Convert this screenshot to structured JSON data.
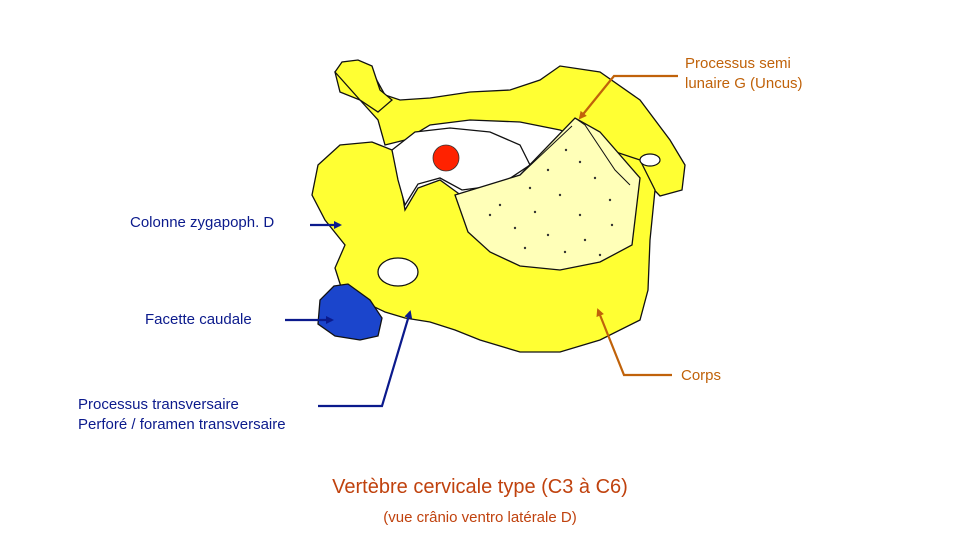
{
  "labels": {
    "processus_semi_line1": "Processus semi",
    "processus_semi_line2": "lunaire G (Uncus)",
    "colonne": "Colonne zygapoph. D",
    "facette": "Facette caudale",
    "transversaire_line1": "Processus transversaire",
    "transversaire_line2": "Perforé / foramen transversaire",
    "corps": "Corps"
  },
  "title": {
    "main": "Vertèbre cervicale type (C3 à C6)",
    "sub": "(vue crânio ventro latérale D)"
  },
  "colors": {
    "bone": "#ffff33",
    "body_surface": "#ffffb8",
    "facet": "#1b45cc",
    "marker": "#ff2200",
    "leader_blue": "#0b1a8c",
    "leader_orange": "#c0620a",
    "outline": "#111111"
  }
}
